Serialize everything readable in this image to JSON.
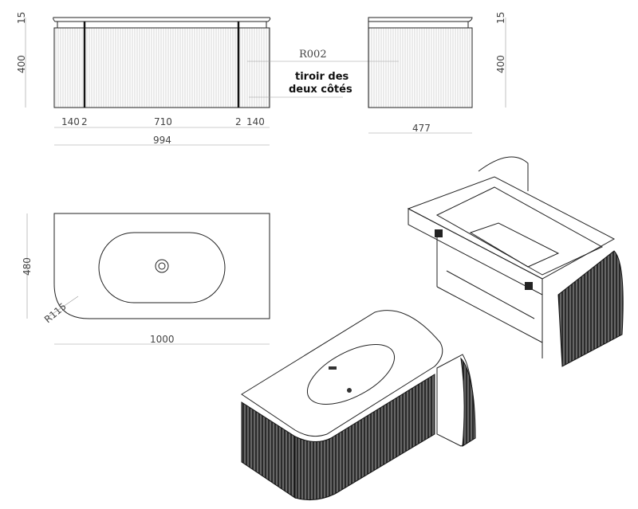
{
  "front_view": {
    "height_top": "15",
    "height_body": "400",
    "widths": [
      "140",
      "2",
      "710",
      "2",
      "140"
    ],
    "total_width": "994",
    "callout_ref": "R002",
    "callout_note_line1": "tiroir des",
    "callout_note_line2": "deux côtés"
  },
  "side_view": {
    "depth": "477",
    "height_top": "15",
    "height_body": "400"
  },
  "top_view": {
    "depth": "480",
    "corner_radius": "R115",
    "width": "1000"
  },
  "colors": {
    "line": "#222222",
    "dim_text": "#444444"
  }
}
